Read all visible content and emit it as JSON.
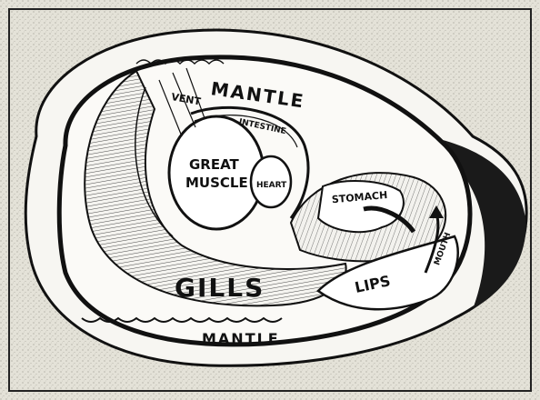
{
  "diagram": {
    "labels": {
      "mantle_top": "MANTLE",
      "vent": "VENT",
      "intestine": "INTESTINE",
      "great": "GREAT",
      "muscle": "MUSCLE",
      "heart": "HEART",
      "stomach": "STOMACH",
      "gills": "GILLS",
      "lips": "LIPS",
      "mouth": "MOUTH",
      "mantle_bottom": "MANTLE"
    }
  },
  "colors": {
    "paper": "#e8e6de",
    "ink": "#111111",
    "shell_fill": "#f4f3ef",
    "dark": "#1a1a1a"
  }
}
